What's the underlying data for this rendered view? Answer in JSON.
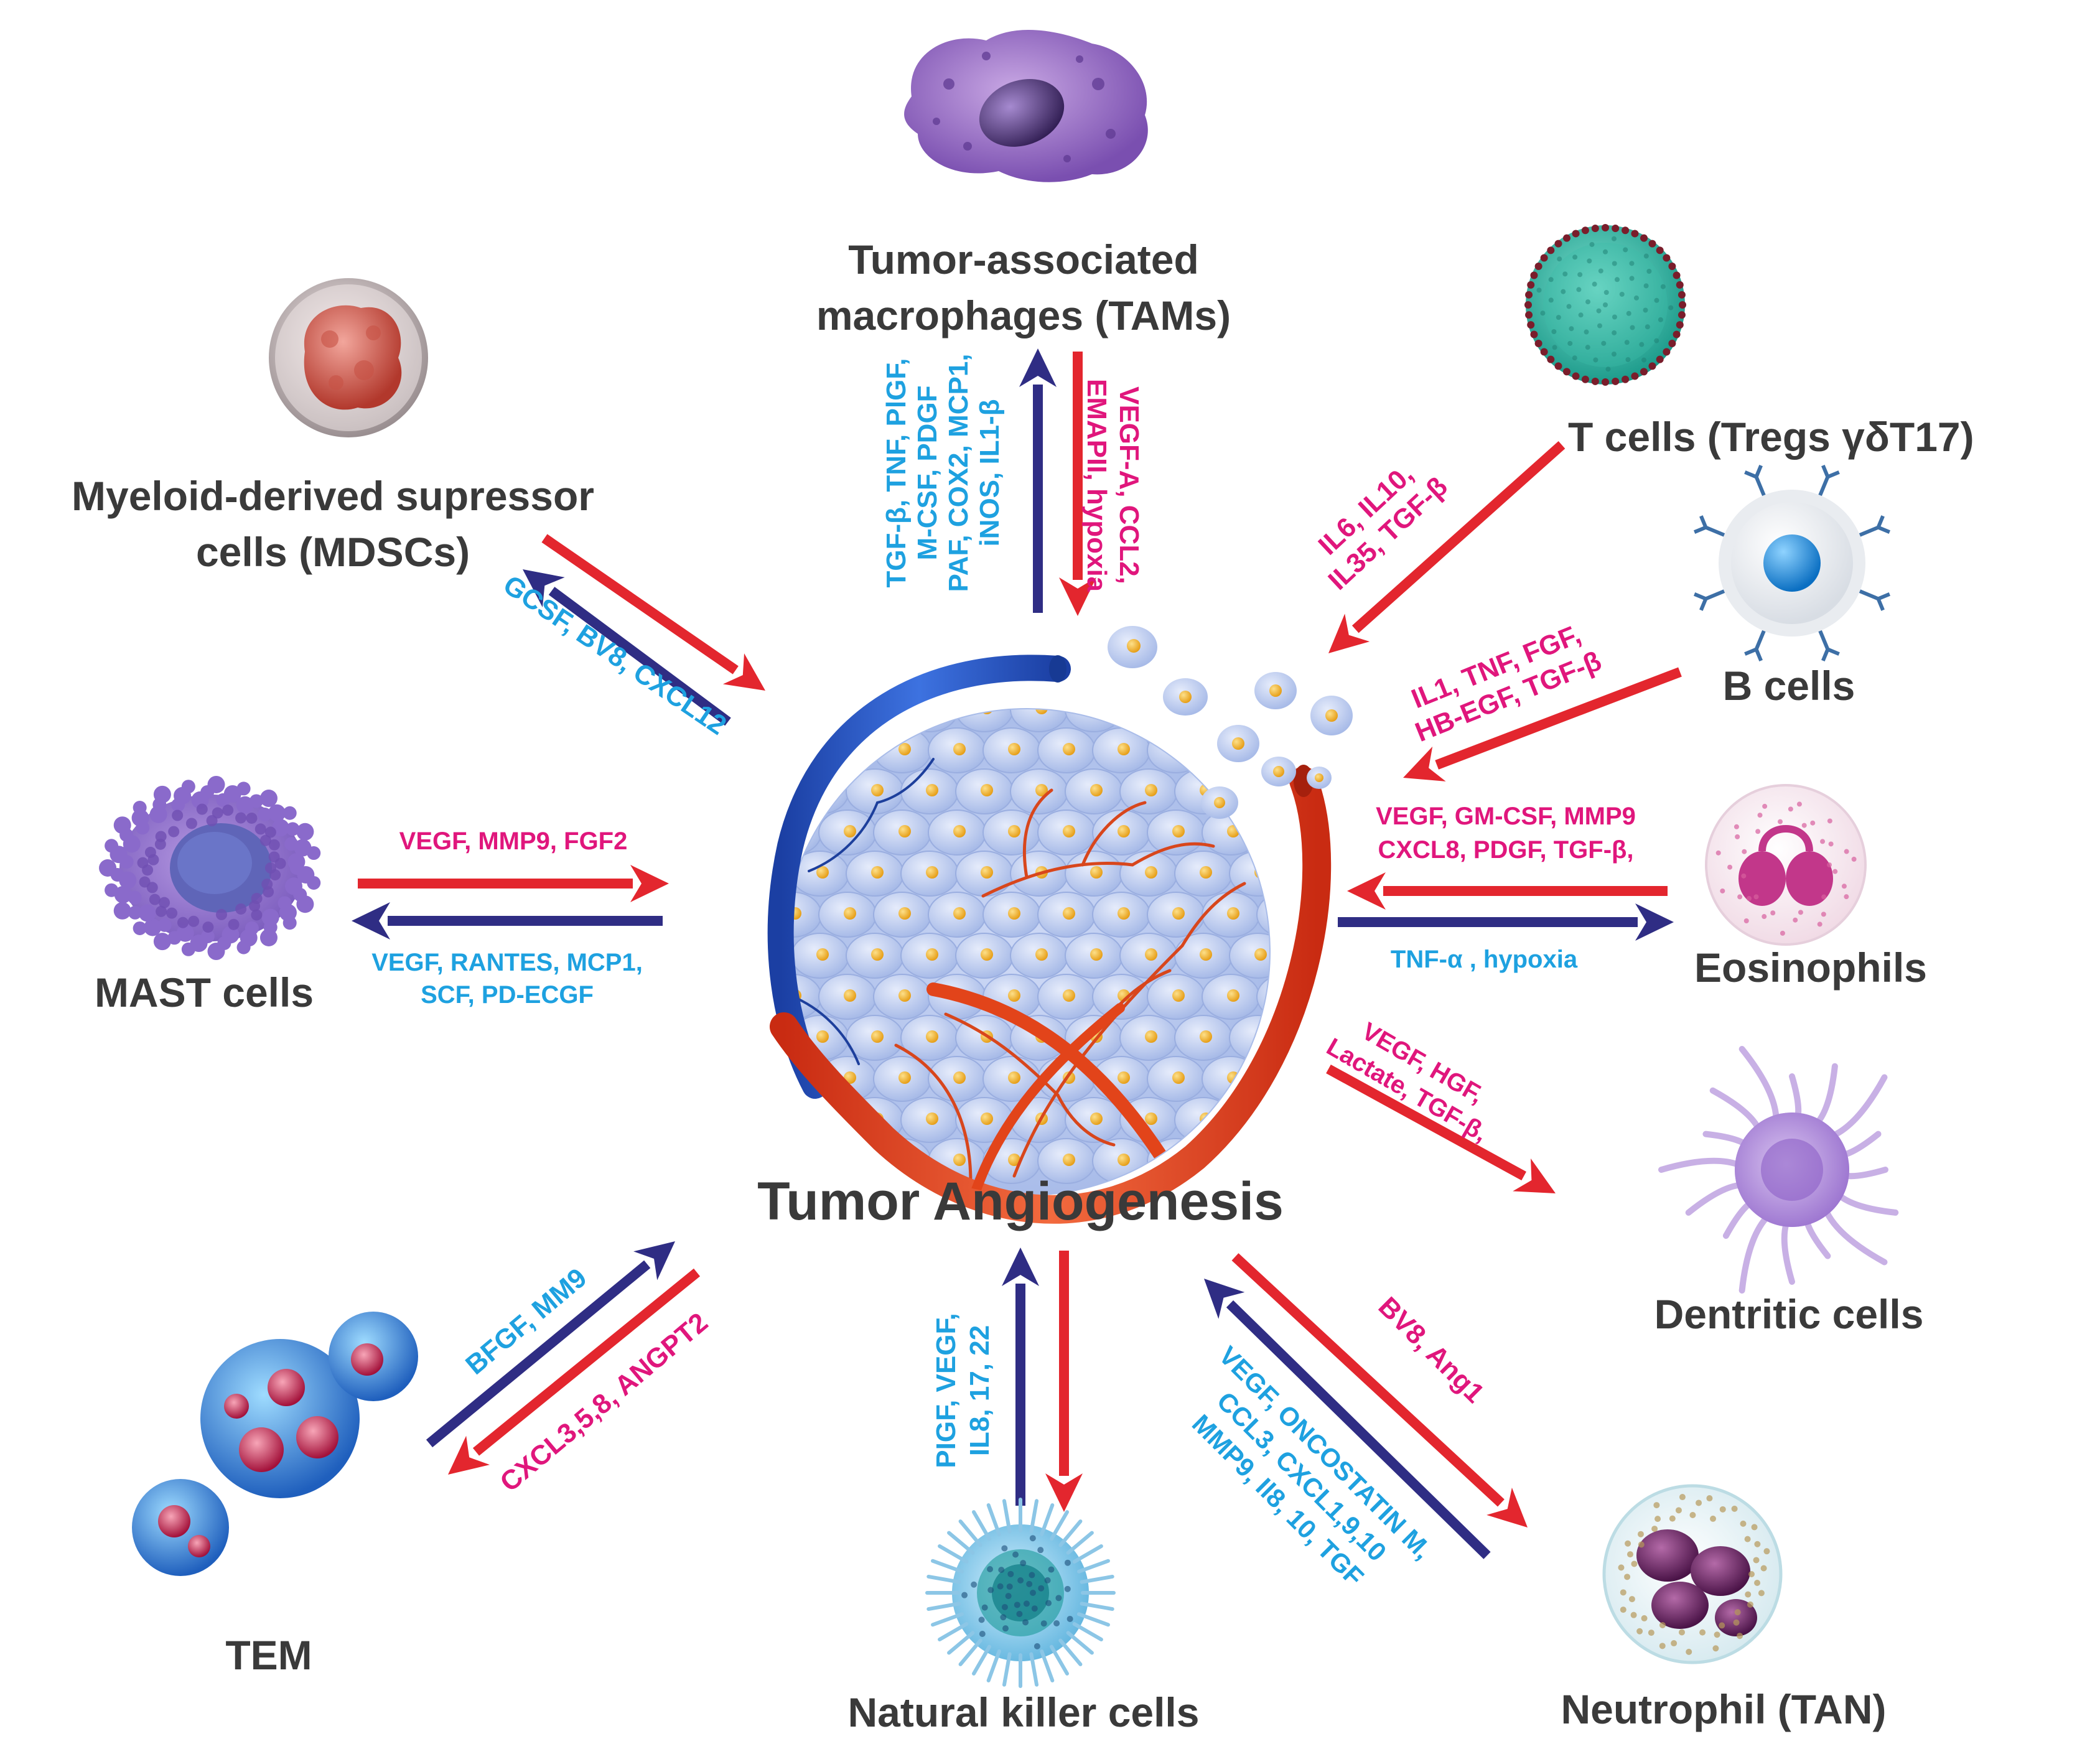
{
  "colors": {
    "red_arrow": "#e3262e",
    "blue_arrow": "#2f2d84",
    "red_text": "#e0167c",
    "blue_text": "#1ea1e0",
    "label_text": "#3a3a3a",
    "tumor_cell": "#b9c9ee",
    "nucleus": "#f5b72c",
    "artery": "#e8411b",
    "vein": "#2456c9"
  },
  "center": {
    "title": "Tumor Angiogenesis"
  },
  "cells": {
    "tam": {
      "line1": "Tumor-associated",
      "line2": "macrophages (TAMs)",
      "icon": "macrophage-icon"
    },
    "mdsc": {
      "line1": "Myeloid-derived supressor",
      "line2": "cells (MDSCs)",
      "icon": "mdsc-icon"
    },
    "tcell": {
      "label": "T cells (Tregs γδT17)",
      "icon": "t-cell-icon"
    },
    "bcell": {
      "label": "B cells",
      "icon": "b-cell-icon"
    },
    "mast": {
      "label": "MAST cells",
      "icon": "mast-cell-icon"
    },
    "eos": {
      "label": "Eosinophils",
      "icon": "eosinophil-icon"
    },
    "dc": {
      "label": "Dentritic cells",
      "icon": "dendritic-cell-icon"
    },
    "tem": {
      "label": "TEM",
      "icon": "tem-icon"
    },
    "nk": {
      "label": "Natural killer cells",
      "icon": "nk-cell-icon"
    },
    "tan": {
      "label": "Neutrophil (TAN)",
      "icon": "neutrophil-icon"
    }
  },
  "factors": {
    "tam_blue": [
      "TGF-β, TNF, PlGF,",
      "M-CSF, PDGF",
      "PAF, COX2, MCP1,",
      "iNOS, IL1-β"
    ],
    "tam_red": [
      "VEGF-A, CCL2,",
      "EMAPII, hypoxia"
    ],
    "mdsc_blue": [
      "GCSF, BV8, CXCL12"
    ],
    "tcell_red": [
      "IL6, IL10,",
      "IL35, TGF-β"
    ],
    "bcell_red": [
      "IL1, TNF, FGF,",
      "HB-EGF, TGF-β"
    ],
    "mast_red": [
      "VEGF, MMP9, FGF2"
    ],
    "mast_blue": [
      "VEGF, RANTES, MCP1,",
      "SCF, PD-ECGF"
    ],
    "eos_red": [
      "VEGF, GM-CSF, MMP9",
      "CXCL8, PDGF, TGF-β,"
    ],
    "eos_blue": [
      "TNF-α , hypoxia"
    ],
    "dc_red": [
      "VEGF, HGF,",
      "Lactate, TGF-β,"
    ],
    "tem_blue": [
      "BFGF, MM9"
    ],
    "tem_red": [
      "CXCL3,5,8, ANGPT2"
    ],
    "nk_blue": [
      "PIGF, VEGF,",
      "IL8, 17, 22"
    ],
    "tan_red": [
      "BV8, Ang1"
    ],
    "tan_blue": [
      "VEGF, ONCOSTATIN M,",
      "CCL3, CXCL1,9,10",
      "MMP9, Il8, 10, TGF"
    ]
  }
}
